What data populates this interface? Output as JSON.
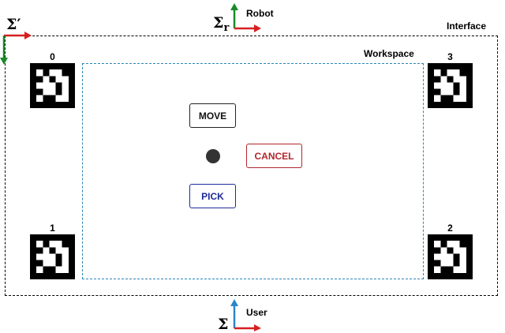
{
  "frames": {
    "interface_label": "Interface",
    "workspace_label": "Workspace"
  },
  "coordinate_systems": {
    "robot": {
      "symbol": "Σ",
      "subscript": "r",
      "label": "Robot"
    },
    "interface": {
      "symbol": "Σ",
      "prime": "′"
    },
    "user": {
      "symbol": "Σ",
      "label": "User"
    }
  },
  "markers": [
    {
      "id": "0"
    },
    {
      "id": "1"
    },
    {
      "id": "2"
    },
    {
      "id": "3"
    }
  ],
  "buttons": {
    "move": "MOVE",
    "cancel": "CANCEL",
    "pick": "PICK"
  },
  "colors": {
    "x_axis": "#d62020",
    "y_axis_robot_interface": "#1a8a2a",
    "y_axis_user": "#2a86c8",
    "workspace_border": "#2a86b8",
    "cancel": "#b3262c",
    "pick": "#1e2b9a"
  }
}
